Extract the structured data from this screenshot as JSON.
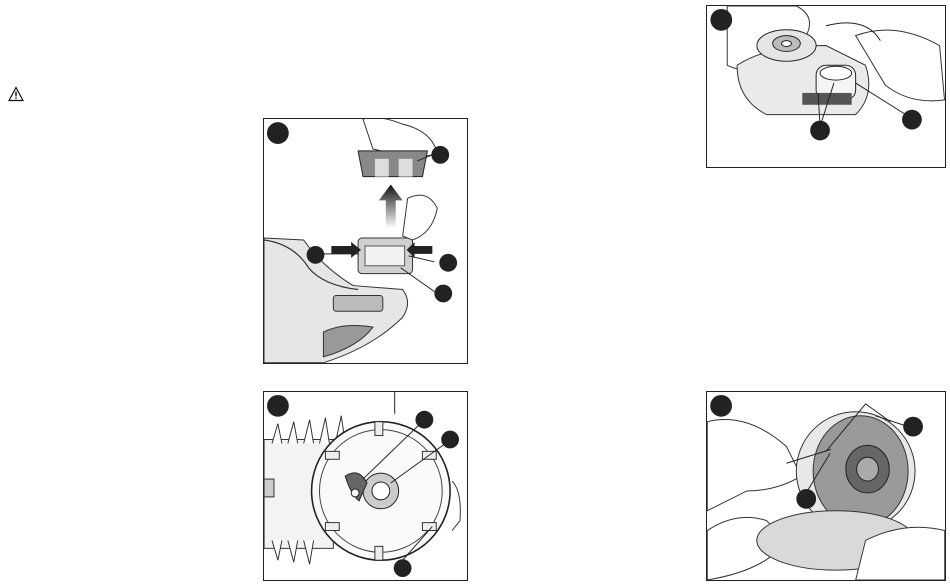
{
  "warning_icon": "warning-triangle-icon",
  "figures": [
    {
      "id": "fig-remove-spool-cap",
      "callouts": 4
    },
    {
      "id": "fig-spool-housing",
      "callouts": 4
    },
    {
      "id": "fig-thread-line-spool",
      "callouts": 3
    },
    {
      "id": "fig-line-through-eyelets",
      "callouts": 3
    }
  ]
}
